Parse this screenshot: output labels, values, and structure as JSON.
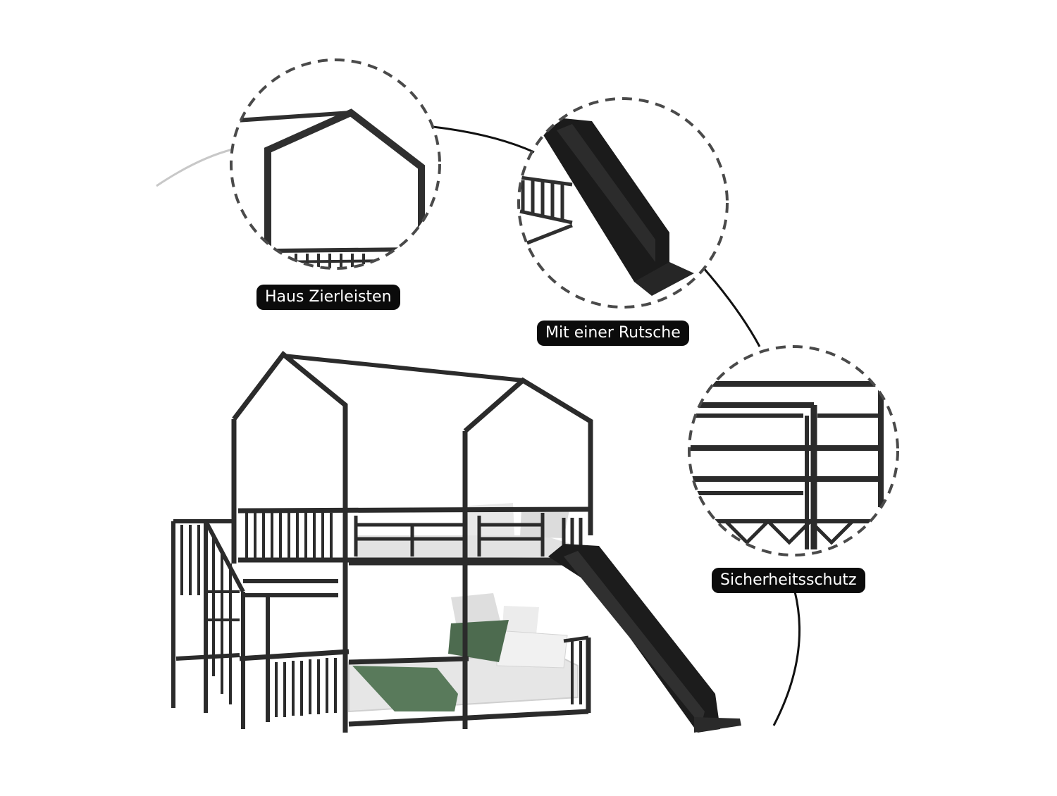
{
  "callouts": [
    {
      "id": "haus",
      "label": "Haus Zierleisten"
    },
    {
      "id": "rutsche",
      "label": "Mit einer Rutsche"
    },
    {
      "id": "sicherheit",
      "label": "Sicherheitsschutz"
    }
  ],
  "colors": {
    "frame": "#2b2b2b",
    "slide": "#1c1c1c",
    "mattress": "#e4e4e4",
    "blanket": "#4d6b4f",
    "label_bg": "#0b0b0b",
    "label_text": "#ffffff"
  }
}
